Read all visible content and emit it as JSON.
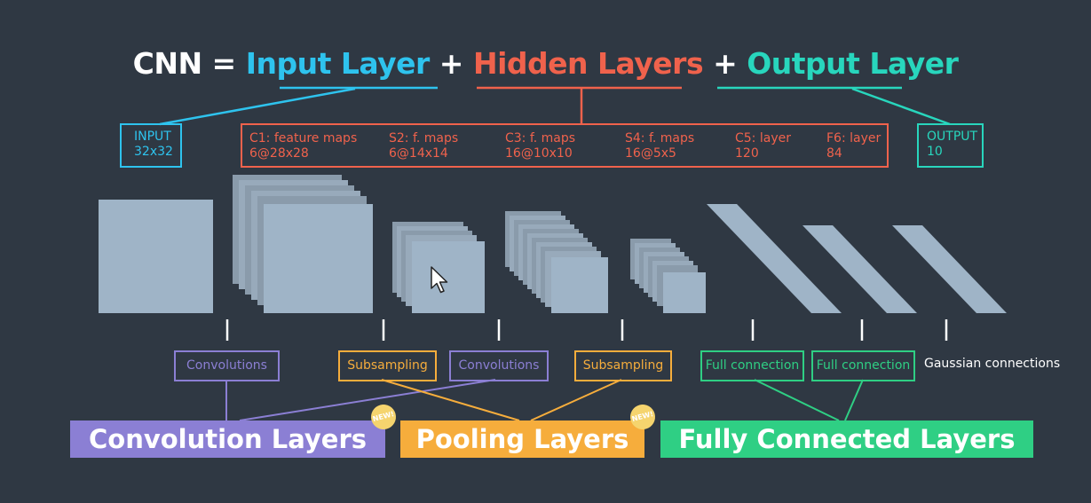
{
  "title": {
    "prefix": "CNN = ",
    "input": "Input Layer",
    "plus1": " + ",
    "hidden": "Hidden Layers",
    "plus2": " + ",
    "output": "Output Layer"
  },
  "input_box": {
    "line1": "INPUT",
    "line2": "32x32"
  },
  "hidden_box": [
    {
      "line1": "C1:  feature maps",
      "line2": "6@28x28"
    },
    {
      "line1": "S2:  f. maps",
      "line2": "6@14x14"
    },
    {
      "line1": "C3:  f. maps",
      "line2": "16@10x10"
    },
    {
      "line1": "S4:  f. maps",
      "line2": "16@5x5"
    },
    {
      "line1": "C5:  layer",
      "line2": "120"
    },
    {
      "line1": "F6:  layer",
      "line2": "84"
    }
  ],
  "output_box": {
    "line1": "OUTPUT",
    "line2": "10"
  },
  "operations": [
    "Convolutions",
    "Subsampling",
    "Convolutions",
    "Subsampling",
    "Full connection",
    "Full connection",
    "Gaussian connections"
  ],
  "categories": {
    "convolution": "Convolution Layers",
    "pooling": "Pooling Layers",
    "fully_connected": "Fully Connected Layers"
  },
  "badge_text": "NEW!",
  "colors": {
    "background": "#2f3843",
    "input": "#2ec3ee",
    "hidden": "#f0624c",
    "output": "#28d6bd",
    "convolution": "#8b7fd4",
    "pooling": "#f6ad3c",
    "fully_connected": "#2fcf84",
    "feature_map": "#9fb4c7",
    "badge": "#f5d46e"
  }
}
